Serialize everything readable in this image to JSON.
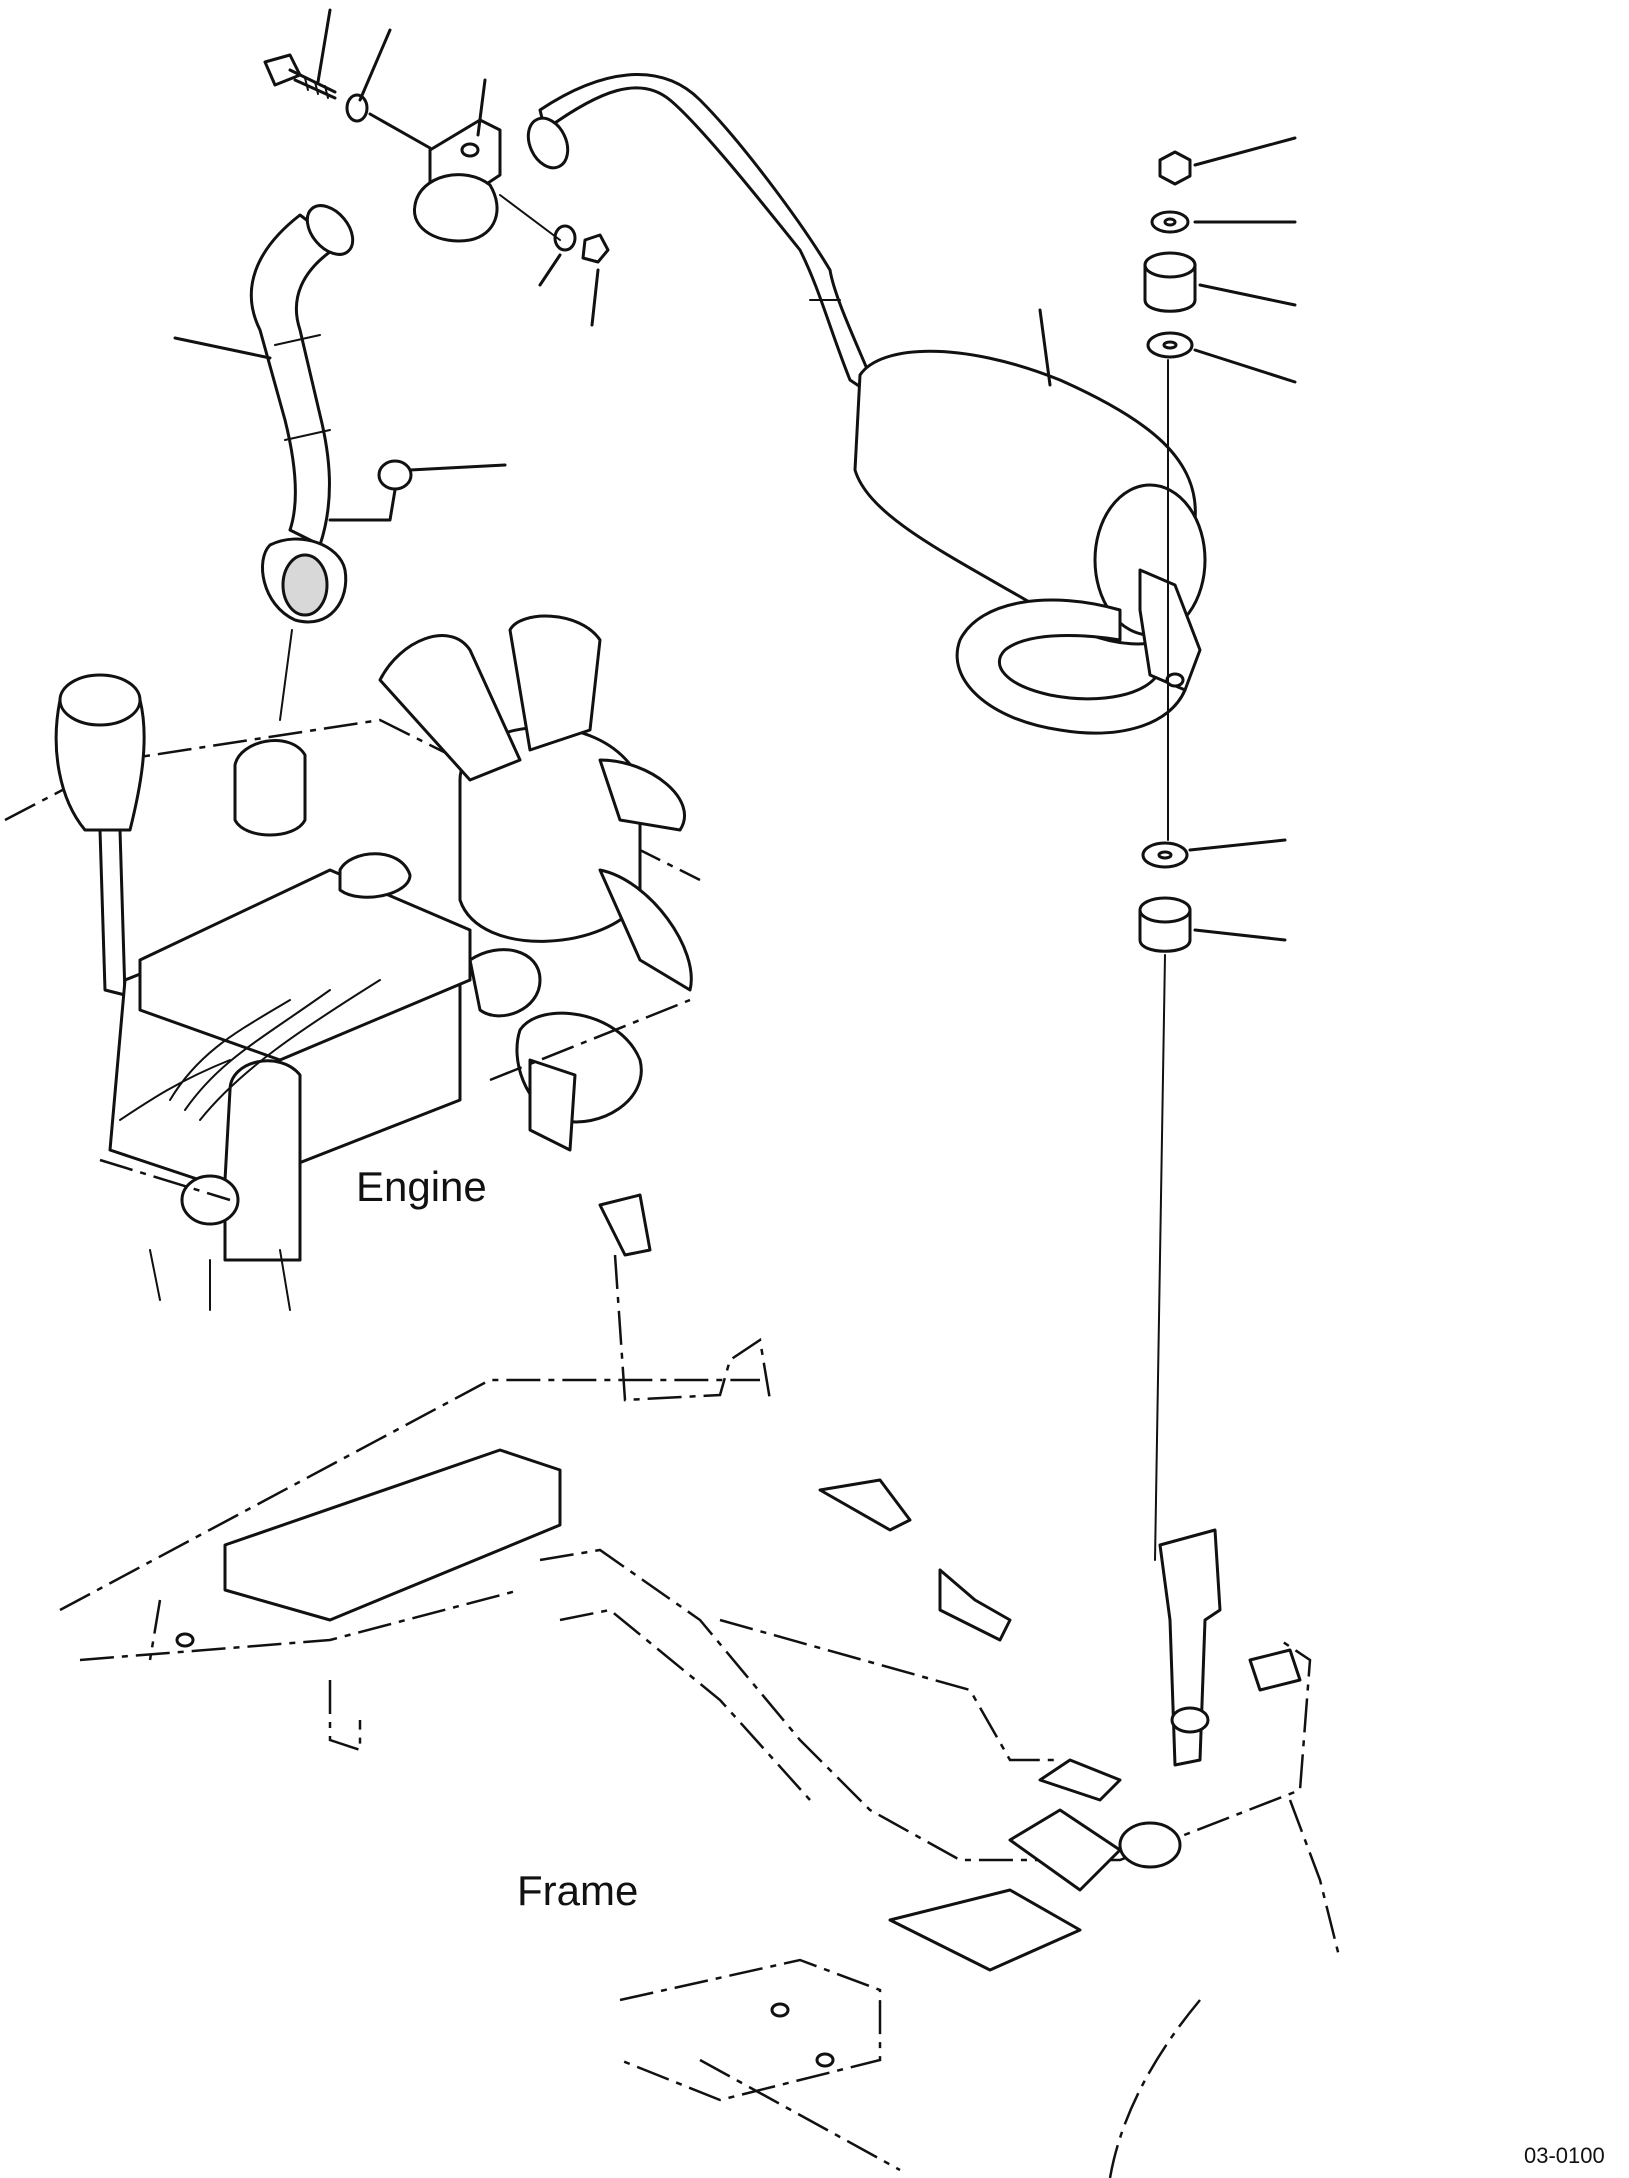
{
  "labels": {
    "engine": "Engine",
    "frame": "Frame",
    "figure_code": "03-0100"
  }
}
